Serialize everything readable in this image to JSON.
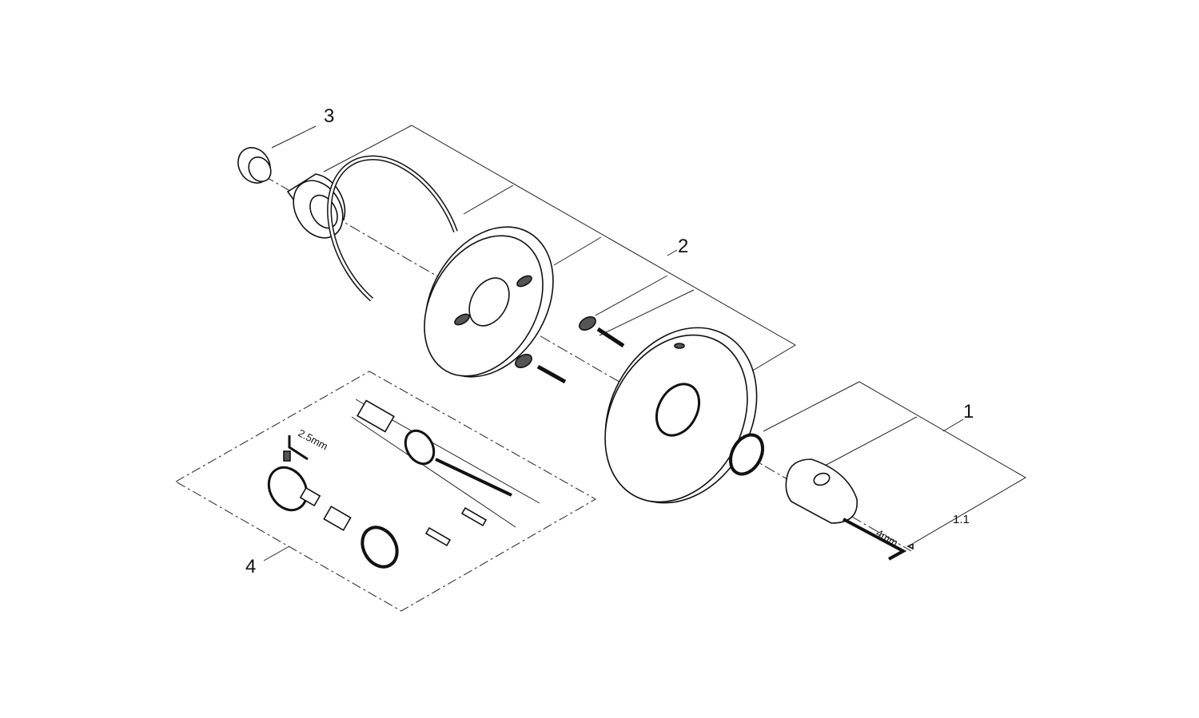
{
  "diagram": {
    "callouts": {
      "part_1": "1",
      "part_1_1": "1.1",
      "part_2": "2",
      "part_3": "3",
      "part_4": "4"
    },
    "annotations": {
      "hex_key_small": "2.5mm",
      "hex_key_large": "4mm"
    },
    "line_color": "#111111",
    "background": "#ffffff"
  }
}
